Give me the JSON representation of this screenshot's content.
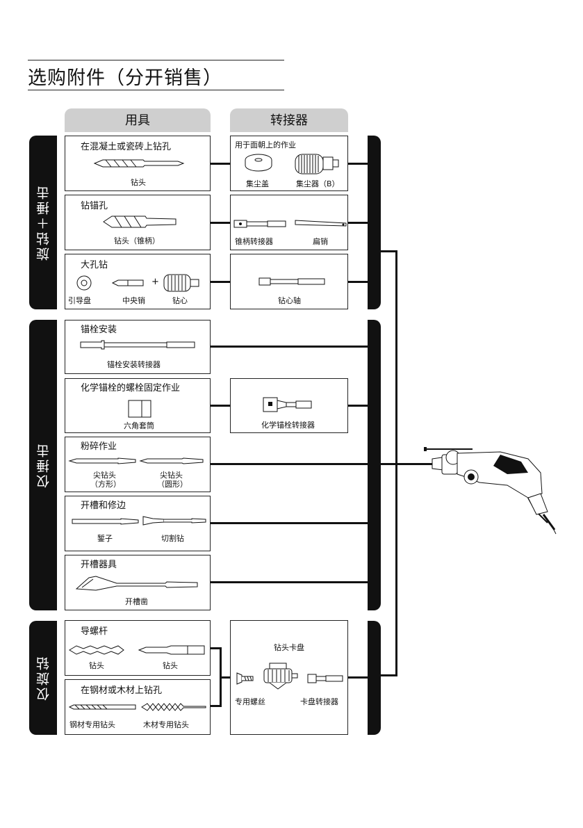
{
  "title": "选购附件（分开销售）",
  "headers": {
    "tools": "用具",
    "adapters": "转接器"
  },
  "modes": {
    "rotary_hammer": "旋钻＋捶击",
    "hammer_only": "仅捶击",
    "rotary_only": "仅旋钻"
  },
  "tool_boxes": [
    {
      "label": "在混凝土或瓷砖上钻孔",
      "captions": [
        "钻头"
      ]
    },
    {
      "label": "钻锚孔",
      "captions": [
        "钻头（锥柄）"
      ]
    },
    {
      "label": "大孔钻",
      "captions": [
        "引导盘",
        "中央销",
        "钻心"
      ],
      "plus": "+"
    },
    {
      "label": "锚栓安装",
      "captions": [
        "锚栓安装转接器"
      ]
    },
    {
      "label": "化学锚栓的螺栓固定作业",
      "captions": [
        "六角套筒"
      ]
    },
    {
      "label": "粉碎作业",
      "captions": [
        "尖钻头",
        "（方形）",
        "尖钻头",
        "（圆形）"
      ]
    },
    {
      "label": "开槽和修边",
      "captions": [
        "錾子",
        "切割钻"
      ]
    },
    {
      "label": "开槽器具",
      "captions": [
        "开槽凿"
      ]
    },
    {
      "label": "导螺杆",
      "captions": [
        "钻头",
        "钻头"
      ]
    },
    {
      "label": "在钢材或木材上钻孔",
      "captions": [
        "钢材专用钻头",
        "木材专用钻头"
      ]
    }
  ],
  "adapter_boxes": [
    {
      "label": "用于面朝上的作业",
      "captions": [
        "集尘盖",
        "集尘器（B）"
      ]
    },
    {
      "captions": [
        "锥柄转接器",
        "扁销"
      ]
    },
    {
      "captions": [
        "钻心轴"
      ]
    },
    {
      "captions": [
        "化学锚栓转接器"
      ]
    },
    {
      "label": "钻头卡盘",
      "captions": [
        "专用螺丝",
        "卡盘转接器"
      ]
    }
  ],
  "icons": [
    "concrete-drill-bit-icon",
    "taper-shank-bit-icon",
    "pilot-disc-icon",
    "center-pin-icon",
    "core-bit-icon",
    "dust-cap-icon",
    "dust-collector-icon",
    "taper-adapter-icon",
    "flat-pin-icon",
    "core-shaft-icon",
    "anchor-adapter-icon",
    "hex-socket-icon",
    "chemical-anchor-adapter-icon",
    "bull-point-icon",
    "chisel-icon",
    "gouge-icon",
    "screwdriver-bit-icon",
    "steel-bit-icon",
    "wood-bit-icon",
    "special-screw-icon",
    "drill-chuck-icon",
    "chuck-adapter-icon",
    "rotary-hammer-icon"
  ]
}
